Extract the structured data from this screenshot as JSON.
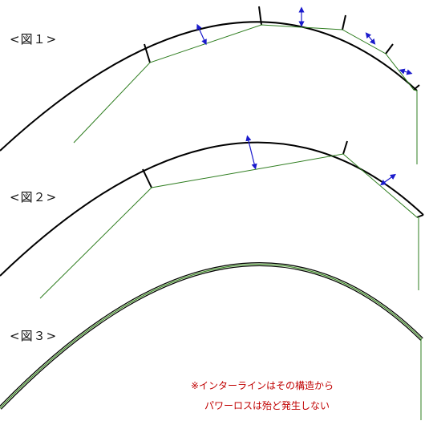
{
  "figures": {
    "fig1": {
      "label": "<図１>"
    },
    "fig2": {
      "label": "<図２>"
    },
    "fig3": {
      "label": "<図３>"
    }
  },
  "note": {
    "line1": "※インターラインはその構造から",
    "line2": "パワーロスは殆ど発生しない"
  },
  "colors": {
    "rod_blank": "#000000",
    "line": "#2e7d1f",
    "gap_arrow": "#1a1acc",
    "note_text": "#c00000"
  }
}
